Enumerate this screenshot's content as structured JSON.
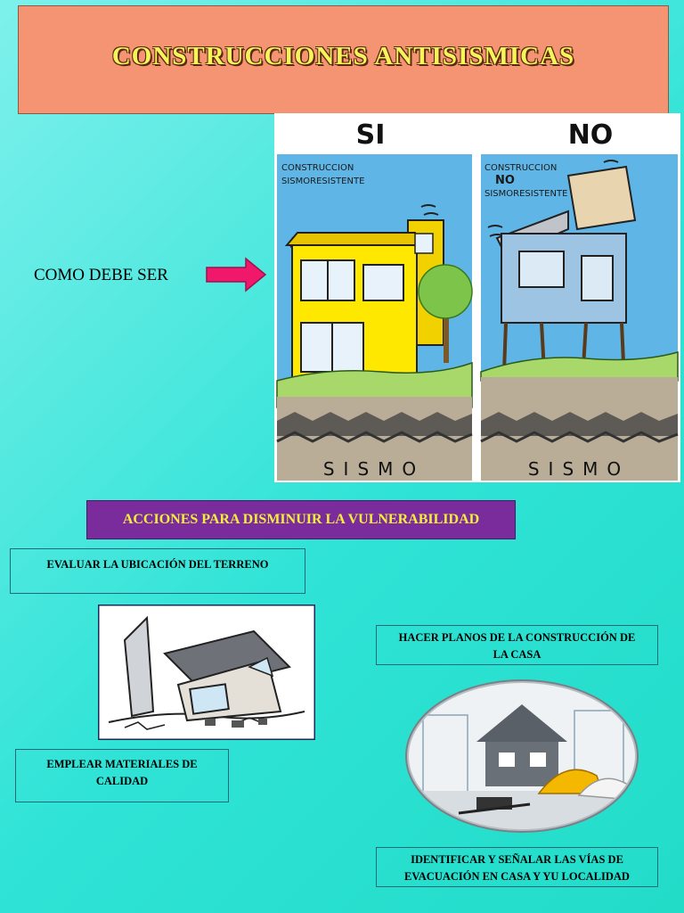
{
  "header": {
    "title": "CONSTRUCCIONES ANTISISMICAS"
  },
  "intro": {
    "como_debe_ser": "COMO DEBE SER"
  },
  "comic": {
    "si": "SI",
    "no": "NO",
    "left_caption_1": "CONSTRUCCION",
    "left_caption_2": "SISMORESISTENTE",
    "right_caption_1": "CONSTRUCCION",
    "right_caption_2": "NO",
    "right_caption_3": "SISMORESISTENTE",
    "sismo": "SISMO"
  },
  "actions": {
    "heading": "ACCIONES PARA DISMINUIR LA VULNERABILIDAD",
    "item1": "EVALUAR LA UBICACIÓN DEL TERRENO",
    "item2_line1": "HACER PLANOS DE LA CONSTRUCCIÓN DE",
    "item2_line2": "LA CASA",
    "item3_line1": "EMPLEAR MATERIALES DE",
    "item3_line2": "CALIDAD",
    "item4_line1": "IDENTIFICAR Y SEÑALAR LAS VÍAS DE",
    "item4_line2": "EVACUACIÓN EN CASA Y YU LOCALIDAD"
  },
  "colors": {
    "title_bg": "#f59473",
    "title_text": "#f7f35a",
    "action_bg": "#7a2c9c",
    "action_text": "#f5ef3a",
    "arrow": "#f0186a"
  }
}
